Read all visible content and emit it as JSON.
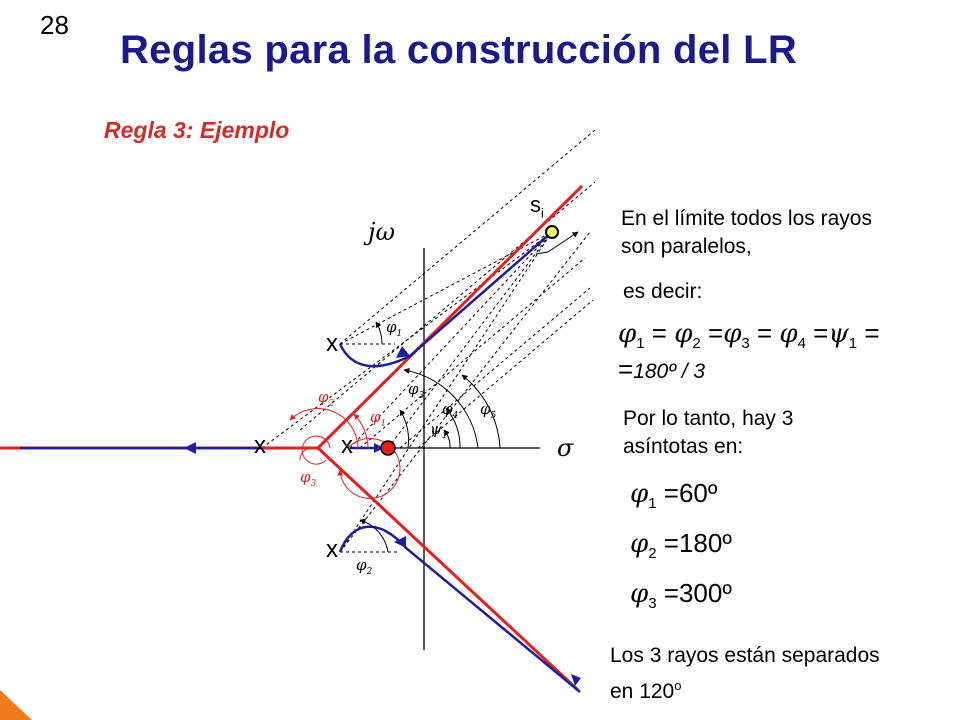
{
  "slide": {
    "number": "28",
    "title": "Reglas para la construcción del LR",
    "subtitle": "Regla 3: Ejemplo"
  },
  "notes": {
    "parallel_line1": "En el límite todos los rayos",
    "parallel_line2": "son paralelos,",
    "es_decir": "es decir:",
    "equation_line1": {
      "p1": "φ",
      "s1": "1",
      "t1": " = ",
      "p2": "φ",
      "s2": "2",
      "t2": " =",
      "p3": "φ",
      "s3": "3",
      "t3": " = ",
      "p4": "φ",
      "s4": "4",
      "t4": " =",
      "p5": "ψ",
      "s5": "1",
      "t5": " ="
    },
    "equation_line2": "=",
    "equation_line2_value": "180º / 3",
    "por_lo_tanto_line1": "Por lo tanto, hay 3",
    "por_lo_tanto_line2": "asíntotas en:",
    "asymptotes": [
      {
        "symbol": "φ",
        "index": "1",
        "value": " =60º"
      },
      {
        "symbol": "φ",
        "index": "2",
        "value": " =180º"
      },
      {
        "symbol": "φ",
        "index": "3",
        "value": " =300º"
      }
    ],
    "footer_line1": "Los 3 rayos están separados",
    "footer_line2": "en 120",
    "footer_sup": "o"
  },
  "diagram": {
    "axis_labels": {
      "imag": "jω",
      "real": "σ"
    },
    "test_point": "s",
    "test_point_sub": "i",
    "pole_mark": "x",
    "angle_labels": {
      "phi1": "φ",
      "phi1_sub": "1",
      "phi2": "φ",
      "phi2_sub": "2",
      "phi3": "φ",
      "phi3_sub": "3",
      "phi4": "φ",
      "phi4_sub": "4",
      "phi5": "φ",
      "phi5_sub": "5",
      "psi1": "ψ",
      "psi1_sub": "1",
      "varphi1": "φ",
      "varphi1_sub": "1",
      "varphi2": "φ",
      "varphi2_sub": "2",
      "varphi3": "φ",
      "varphi3_sub": "3"
    },
    "colors": {
      "locus": "#1f1f9e",
      "asymptote": "#e62020",
      "point": "#f2f25a",
      "zero": "#e62020",
      "accent": "#f07c1e"
    }
  }
}
